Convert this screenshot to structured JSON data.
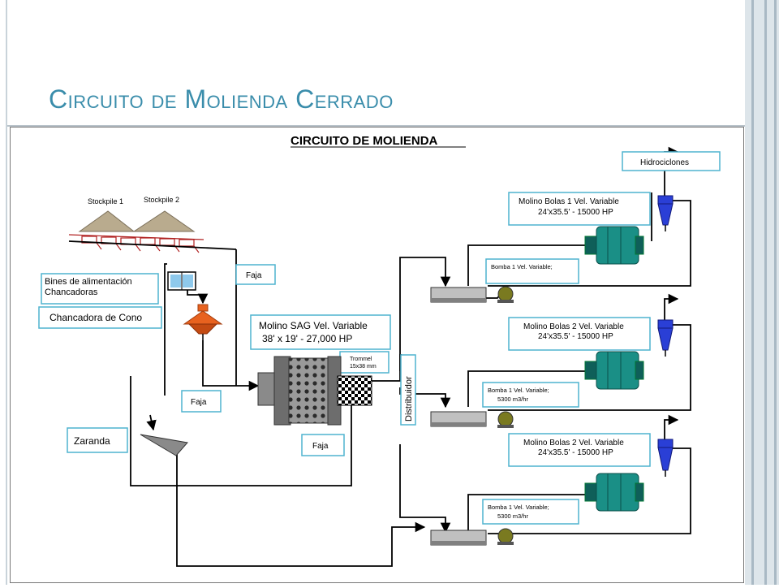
{
  "slide": {
    "title": "Circuito de Molienda Cerrado"
  },
  "diagram": {
    "heading": "CIRCUITO DE MOLIENDA",
    "stockpile_1": "Stockpile 1",
    "stockpile_2": "Stockpile 2",
    "bines_line1": "Bines de alimentación",
    "bines_line2": "Chancadoras",
    "chancadora": "Chancadora de Cono",
    "faja_top": "Faja",
    "faja_mid": "Faja",
    "faja_bottom": "Faja",
    "sag_line1": "Molino SAG Vel. Variable",
    "sag_line2": "38' x 19' - 27,000 HP",
    "trommel_line1": "Trommel",
    "trommel_line2": "15x38 mm",
    "zaranda": "Zaranda",
    "distribuidor": "Distribuidor",
    "hidrociclones": "Hidrociclones",
    "mill1_line1": "Molino Bolas 1 Vel. Variable",
    "mill1_line2": "24'x35.5' - 15000 HP",
    "mill2_line1": "Molino Bolas 2 Vel. Variable",
    "mill2_line2": "24'x35.5' - 15000 HP",
    "mill3_line1": "Molino Bolas 2 Vel. Variable",
    "mill3_line2": "24'x35.5' - 15000 HP",
    "pump1_line1": "Bomba 1 Vel. Variable;",
    "pump2_line1": "Bomba 1 Vel. Variable;",
    "pump2_line2": "5300 m3/hr",
    "pump3_line1": "Bomba 1 Vel. Variable;",
    "pump3_line2": "5300 m3/hr"
  },
  "colors": {
    "title": "#3a8dab",
    "label_border": "#4fb3cf",
    "mill_teal": "#1a8f86",
    "cyclone_blue": "#2a3fd6",
    "crusher_orange": "#e8621f",
    "pump_olive": "#7a7a20",
    "stockpile": "#b9ab8e"
  }
}
